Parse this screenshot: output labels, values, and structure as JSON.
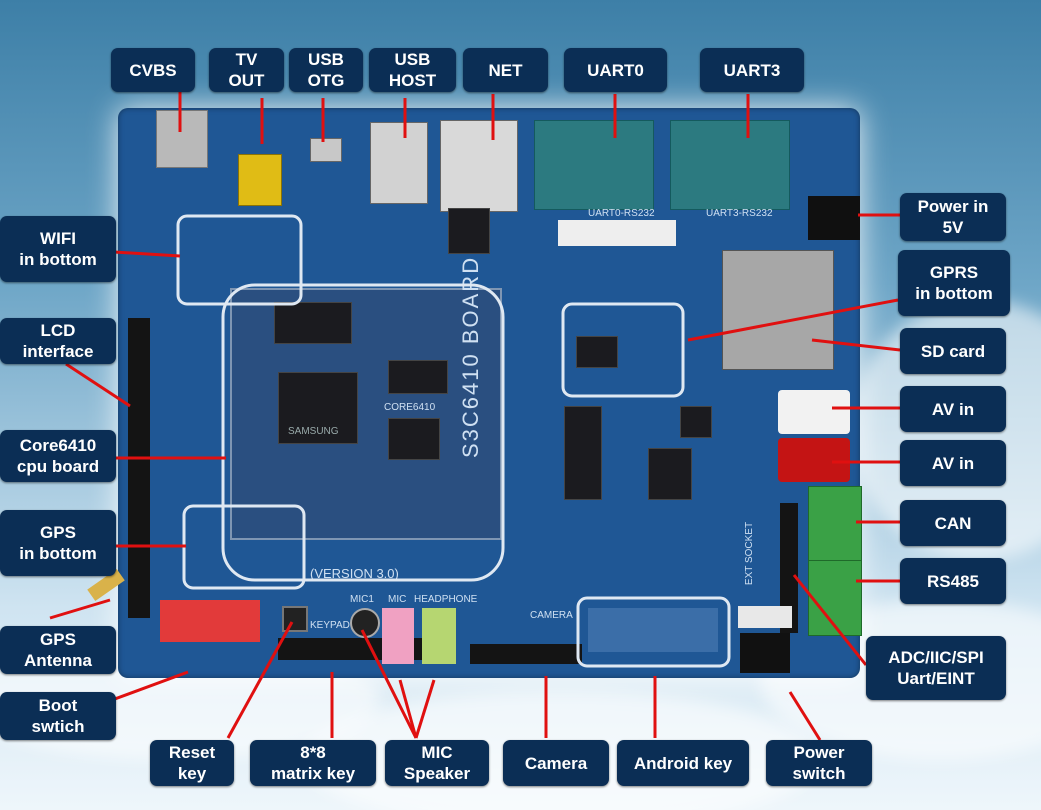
{
  "labels": {
    "cvbs": "CVBS",
    "tv_out": "TV\nOUT",
    "usb_otg": "USB\nOTG",
    "usb_host": "USB\nHOST",
    "net": "NET",
    "uart0": "UART0",
    "uart3": "UART3",
    "power_in": "Power in\n5V",
    "gprs": "GPRS\nin bottom",
    "sd_card": "SD card",
    "av_in_1": "AV in",
    "av_in_2": "AV in",
    "can": "CAN",
    "rs485": "RS485",
    "adc": "ADC/IIC/SPI\nUart/EINT",
    "power_switch": "Power\nswitch",
    "android_key": "Android key",
    "camera": "Camera",
    "mic_speaker": "MIC\nSpeaker",
    "matrix_key": "8*8\nmatrix key",
    "reset_key": "Reset\nkey",
    "boot_switch": "Boot\nswtich",
    "gps_antenna": "GPS\nAntenna",
    "gps": "GPS\nin bottom",
    "core6410": "Core6410\ncpu board",
    "lcd": "LCD\ninterface",
    "wifi": "WIFI\nin bottom"
  },
  "board_text": {
    "board_name": "S3C6410 BOARD",
    "version": "(VERSION 3.0)",
    "core": "CORE6410",
    "keypad": "KEYPAD",
    "mic1": "MIC1",
    "mic": "MIC",
    "headphone": "HEADPHONE",
    "camera": "CAMERA",
    "ext_socket": "EXT SOCKET",
    "uart0_rs232": "UART0-RS232",
    "uart3_rs232": "UART3-RS232",
    "chip_brand": "SAMSUNG"
  },
  "colors": {
    "label_bg": "#0b2e55",
    "label_text": "#ffffff",
    "callout_line": "#e01010",
    "highlight": "#dfe8f2",
    "pcb": "#1f5795"
  }
}
